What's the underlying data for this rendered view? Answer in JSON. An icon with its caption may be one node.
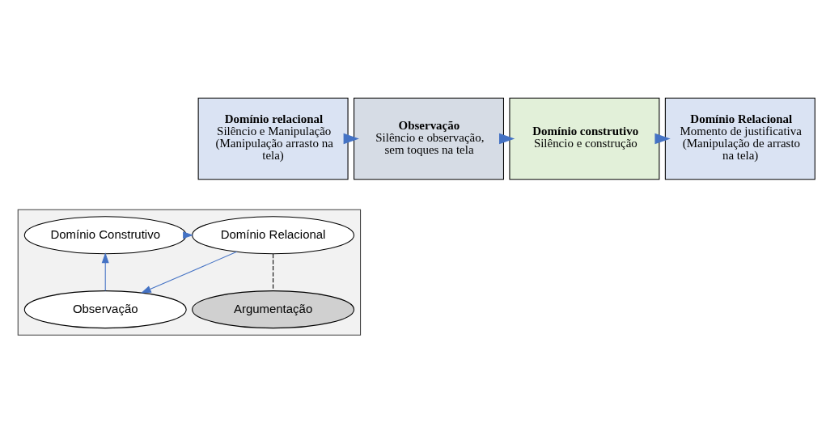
{
  "diagram": {
    "nodes": [
      {
        "text": [
          "Domínio relacional",
          "Silêncio e Manipulação (Manipulação arrasto na tela)"
        ]
      },
      {
        "text": [
          "Observação",
          "Silêncio e observação, sem toques na tela"
        ]
      },
      {
        "text": [
          "Domínio construtivo",
          "Silêncio e construção"
        ]
      },
      {
        "text": [
          "Domínio Relacional",
          "Momento de justificativa (Manipulação de arrasto na tela)"
        ]
      },
      {
        "text": [],
        "shape": "box"
      },
      {
        "text": [
          "Domínio Relacional"
        ],
        "in": 4
      },
      {
        "text": [
          "Domínio Construtivo"
        ],
        "in": 4
      },
      {
        "text": [
          "Argumentação"
        ],
        "in": 4
      },
      {
        "text": [
          "Observação"
        ],
        "in": 4
      }
    ],
    "edges": [
      {
        "from": 0,
        "to": 1,
        "arrow": "to",
        "style": "thick"
      },
      {
        "from": 1,
        "to": 2,
        "arrow": "to",
        "style": "thick"
      },
      {
        "from": 2,
        "to": 3,
        "arrow": "to",
        "style": "thick"
      },
      {
        "from": 5,
        "to": 8,
        "arrow": "to"
      },
      {
        "from": 8,
        "to": 6,
        "arrow": "to"
      },
      {
        "from": 6,
        "to": 5,
        "arrow": "to"
      },
      {
        "from": 5,
        "to": 7,
        "arrow": "none",
        "style": "dashed",
        "color": "#000000"
      }
    ]
  }
}
